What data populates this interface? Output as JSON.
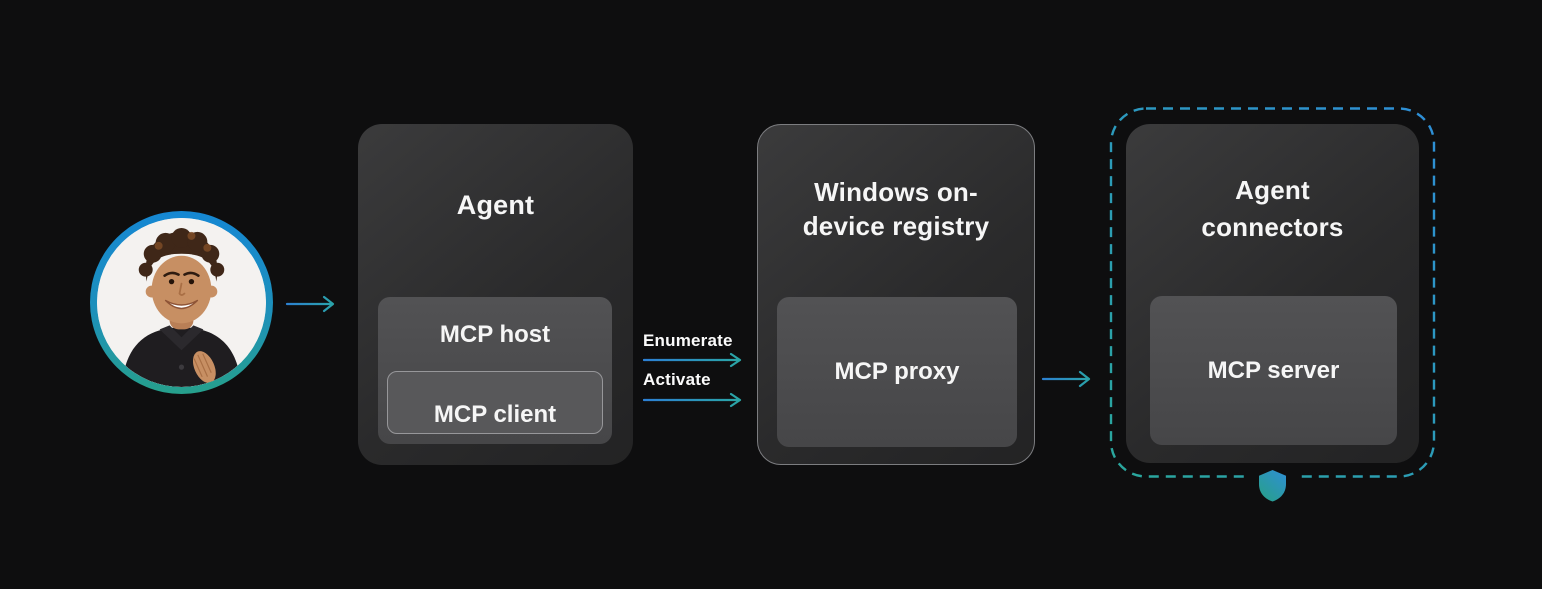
{
  "diagram": {
    "background": "#0e0e0f",
    "user": {
      "alt": "Smiling person avatar",
      "ring_color_top": "#1587d3",
      "ring_color_bottom": "#26a08c"
    },
    "agent": {
      "title": "Agent",
      "host": "MCP host",
      "client": "MCP client"
    },
    "flow_labels": {
      "enumerate": "Enumerate",
      "activate": "Activate"
    },
    "registry": {
      "title_line1": "Windows on-",
      "title_line2": "device registry",
      "proxy": "MCP proxy"
    },
    "connectors": {
      "title_line1": "Agent",
      "title_line2": "connectors",
      "server": "MCP server"
    },
    "icons": {
      "shield": "security-shield-icon",
      "arrows": "gradient-right-arrow"
    },
    "colors": {
      "arrow_gradient_start": "#2c7fd4",
      "arrow_gradient_end": "#2aa8a3",
      "dashed_border_start": "#2aa79b",
      "dashed_border_end": "#2e8ed8",
      "box_gradient_top": "#3b3b3c",
      "box_gradient_bottom": "#232324",
      "inner_box": "#4c4c4e",
      "text": "#f6f6f6"
    }
  }
}
